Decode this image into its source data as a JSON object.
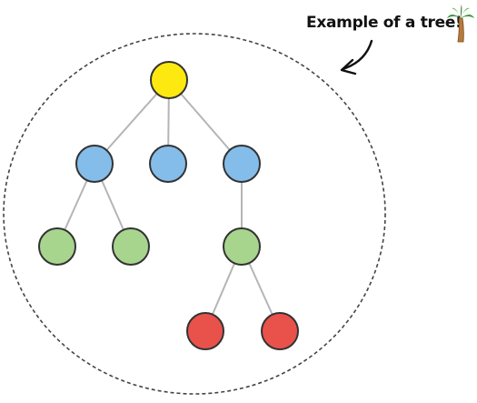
{
  "caption": {
    "text": "Example of a tree!",
    "icon": "palm-tree-icon",
    "arrow_icon": "curved-arrow-icon"
  },
  "colors": {
    "root_fill": "#fde910",
    "level1_fill": "#84bde9",
    "level2_fill": "#a8d58e",
    "level3_fill": "#e8524a",
    "node_stroke": "#333333",
    "edge": "#b5b5b5",
    "boundary": "#444444"
  },
  "tree": {
    "nodes": [
      {
        "id": "root",
        "level": 0
      },
      {
        "id": "a",
        "level": 1,
        "parent": "root"
      },
      {
        "id": "b",
        "level": 1,
        "parent": "root"
      },
      {
        "id": "c",
        "level": 1,
        "parent": "root"
      },
      {
        "id": "a1",
        "level": 2,
        "parent": "a"
      },
      {
        "id": "a2",
        "level": 2,
        "parent": "a"
      },
      {
        "id": "c1",
        "level": 2,
        "parent": "c"
      },
      {
        "id": "c1a",
        "level": 3,
        "parent": "c1"
      },
      {
        "id": "c1b",
        "level": 3,
        "parent": "c1"
      }
    ]
  }
}
